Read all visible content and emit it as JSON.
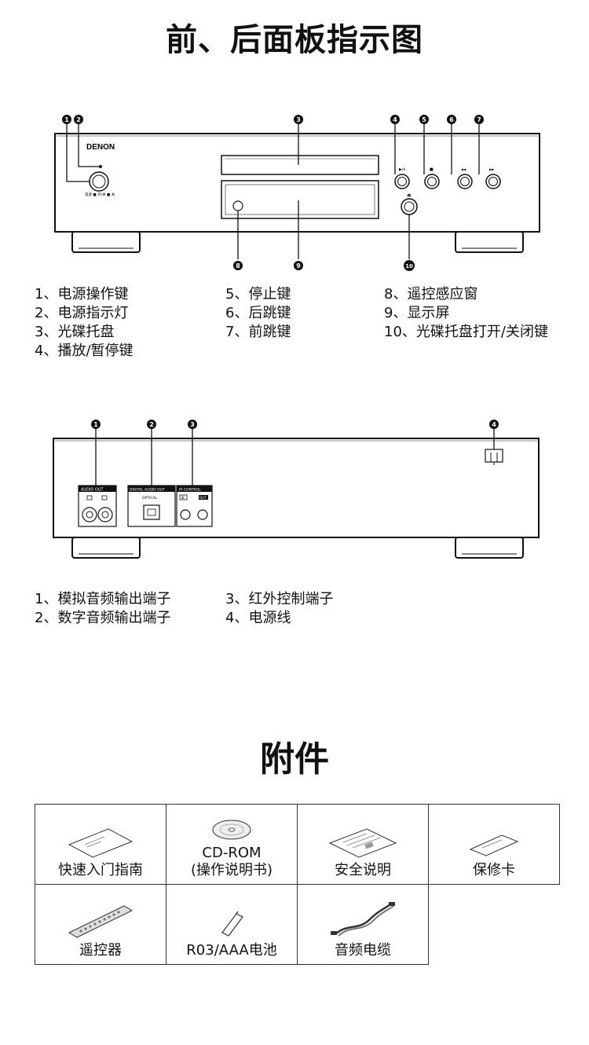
{
  "titles": {
    "panels": "前、后面板指示图",
    "accessories": "附件"
  },
  "front_panel": {
    "brand": "DENON",
    "callouts": [
      "1",
      "2",
      "3",
      "4",
      "5",
      "6",
      "7",
      "8",
      "9",
      "10"
    ],
    "button_labels": {
      "power": "电源 ■ 开/关 ■ 关",
      "play": "▶/⏸",
      "stop": "■",
      "prev": "◀◀",
      "next": "▶▶"
    },
    "legend": [
      [
        "1、电源操作键",
        "2、电源指示灯",
        "3、光碟托盘",
        "4、播放/暂停键"
      ],
      [
        "5、停止键",
        "6、后跳键",
        "7、前跳键"
      ],
      [
        "8、遥控感应窗",
        "9、显示屏",
        "10、光碟托盘打开/关闭键"
      ]
    ]
  },
  "rear_panel": {
    "callouts": [
      "1",
      "2",
      "3",
      "4"
    ],
    "terminal_labels": {
      "audio": "AUDIO OUT",
      "digital": "DIGITAL AUDIO OUT",
      "optical": "OPTICAL",
      "ir": "IR CONTROL",
      "ir_in": "IN",
      "ir_out": "OUT"
    },
    "legend": [
      [
        "1、模拟音频输出端子",
        "2、数字音频输出端子"
      ],
      [
        "3、红外控制端子",
        "4、电源线"
      ]
    ]
  },
  "accessories": {
    "items": [
      {
        "name": "quick-guide",
        "label": "快速入门指南",
        "icon": "booklet-icon"
      },
      {
        "name": "cd-rom",
        "label": "CD-ROM\n(操作说明书)",
        "icon": "disc-icon"
      },
      {
        "name": "safety",
        "label": "安全说明",
        "icon": "document-icon"
      },
      {
        "name": "warranty",
        "label": "保修卡",
        "icon": "card-icon"
      },
      {
        "name": "remote",
        "label": "遥控器",
        "icon": "remote-icon"
      },
      {
        "name": "battery",
        "label": "R03/AAA电池",
        "icon": "battery-icon"
      },
      {
        "name": "cable",
        "label": "音频电缆",
        "icon": "cable-icon"
      }
    ]
  }
}
